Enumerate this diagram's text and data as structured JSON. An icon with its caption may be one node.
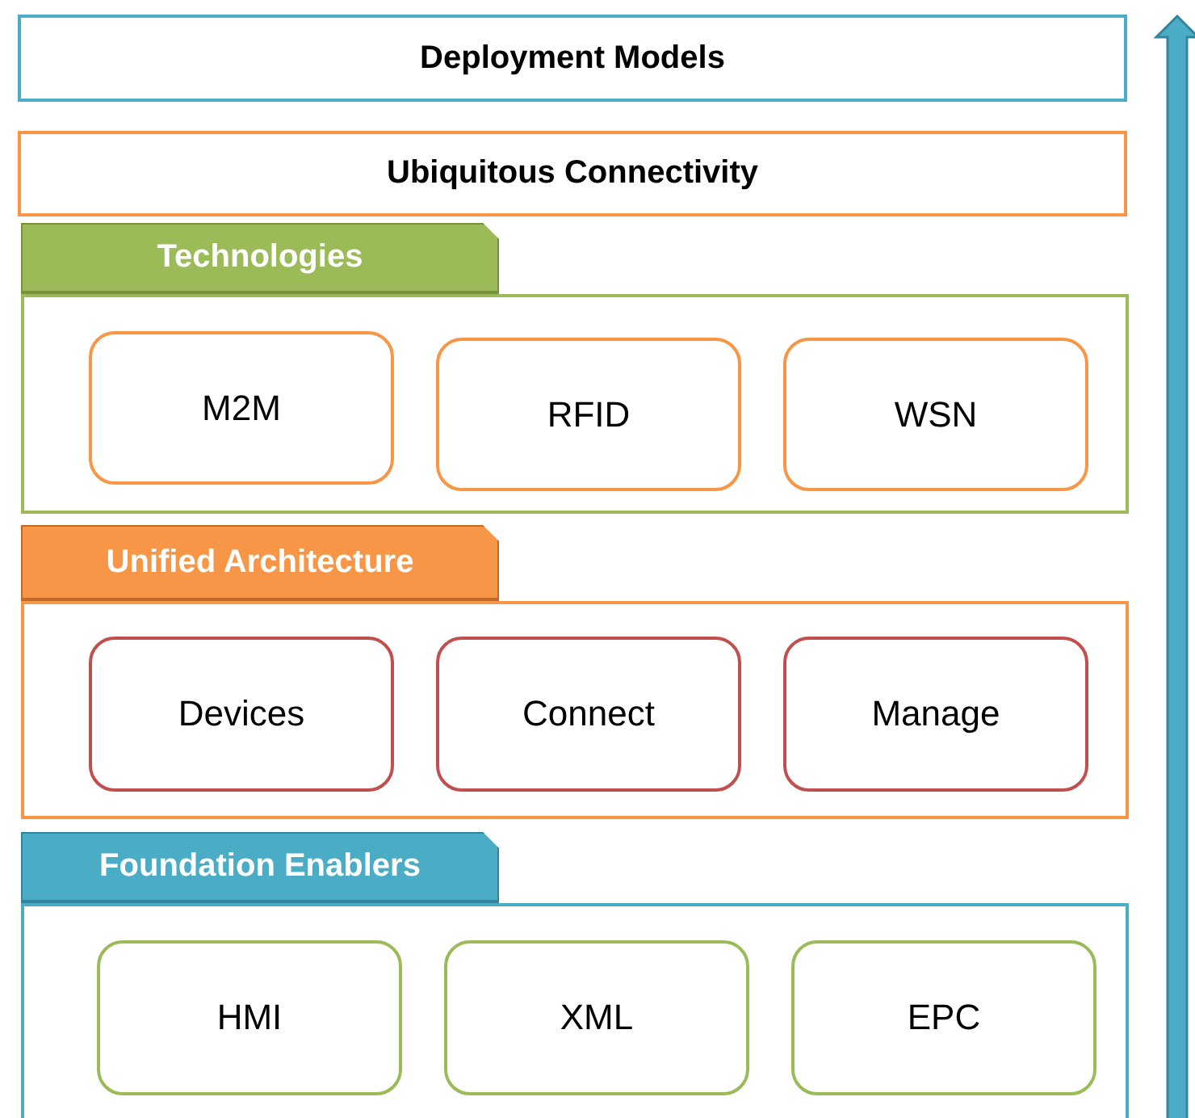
{
  "diagram": {
    "nodes": [
      {
        "text": [
          "Deployment Models"
        ]
      },
      {
        "text": [
          "Ubiquitous Connectivity"
        ]
      },
      {
        "text": [
          "Technologies"
        ]
      },
      {
        "text": [
          "M2M"
        ],
        "in": 2
      },
      {
        "text": [
          "RFID"
        ],
        "in": 2
      },
      {
        "text": [
          "WSN"
        ],
        "in": 2
      },
      {
        "text": [
          "Unified Architecture"
        ]
      },
      {
        "text": [
          "Devices"
        ],
        "in": 6
      },
      {
        "text": [
          "Connect"
        ],
        "in": 6
      },
      {
        "text": [
          "Manage"
        ],
        "in": 6
      },
      {
        "text": [
          "Foundation Enablers"
        ]
      },
      {
        "text": [
          "HMI"
        ],
        "in": 10
      },
      {
        "text": [
          "XML"
        ],
        "in": 10
      },
      {
        "text": [
          "EPC"
        ],
        "in": 10
      }
    ]
  }
}
